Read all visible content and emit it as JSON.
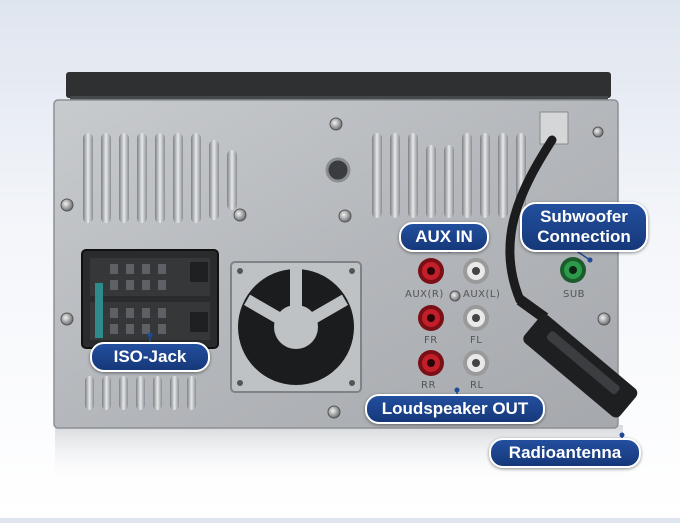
{
  "callouts": {
    "aux_in": "AUX IN",
    "subwoofer_line1": "Subwoofer",
    "subwoofer_line2": "Connection",
    "iso_jack": "ISO-Jack",
    "loudspeaker_out": "Loudspeaker OUT",
    "radioantenna": "Radioantenna"
  },
  "port_labels": {
    "aux_r": "AUX(R)",
    "aux_l": "AUX(L)",
    "fr": "FR",
    "fl": "FL",
    "rr": "RR",
    "rl": "RL",
    "sub": "SUB"
  },
  "colors": {
    "callout_fill": "#1f4a96",
    "panel": "#b9bcc0",
    "jack_red": "#c21f2b",
    "jack_white": "#e9e9e9",
    "jack_green": "#2d9a4a"
  }
}
